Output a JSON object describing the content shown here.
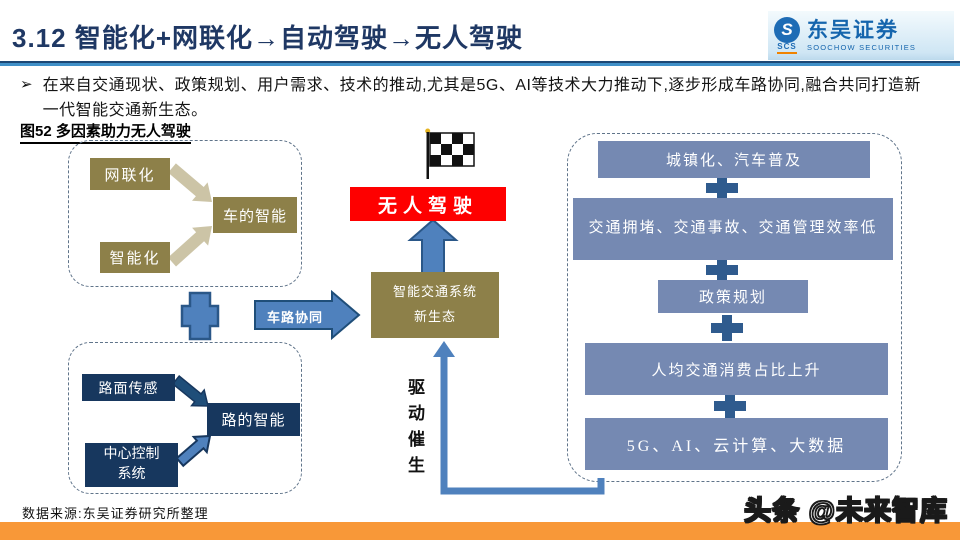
{
  "header": {
    "title": "3.12 智能化+网联化→自动驾驶→无人驾驶",
    "logo_cn": "东吴证券",
    "logo_en": "SOOCHOW SECURITIES",
    "logo_abbr": "SCS",
    "logo_s": "S"
  },
  "bullet": {
    "marker": "➢",
    "text": "在来自交通现状、政策规划、用户需求、技术的推动,尤其是5G、AI等技术大力推动下,逐步形成车路协同,融合共同打造新一代智能交通新生态。"
  },
  "figure": {
    "caption": "图52 多因素助力无人驾驶"
  },
  "diagram": {
    "vehicle_group": {
      "item1": "网联化",
      "item2": "智能化",
      "result": "车的智能"
    },
    "road_group": {
      "item1": "路面传感",
      "item2_line1": "中心控制",
      "item2_line2": "系统",
      "result": "路的智能"
    },
    "arrow_label": "车路协同",
    "center_line1": "智能交通系统",
    "center_line2": "新生态",
    "goal": "无人驾驶",
    "drive_label": "驱动催生",
    "factors": [
      "城镇化、汽车普及",
      "交通拥堵、交通事故、交通管理效率低",
      "政策规划",
      "人均交通消费占比上升",
      "5G、AI、云计算、大数据"
    ]
  },
  "footer": {
    "source": "数据来源:东吴证券研究所整理",
    "watermark": "头条 @未来智库"
  },
  "colors": {
    "title_navy": "#1F3864",
    "olive": "#8D8049",
    "navy": "#17375E",
    "slate_blue": "#7589B2",
    "arrow_blue": "#4F81BD",
    "goal_red": "#FE0000",
    "bottom_orange": "#F89838"
  }
}
